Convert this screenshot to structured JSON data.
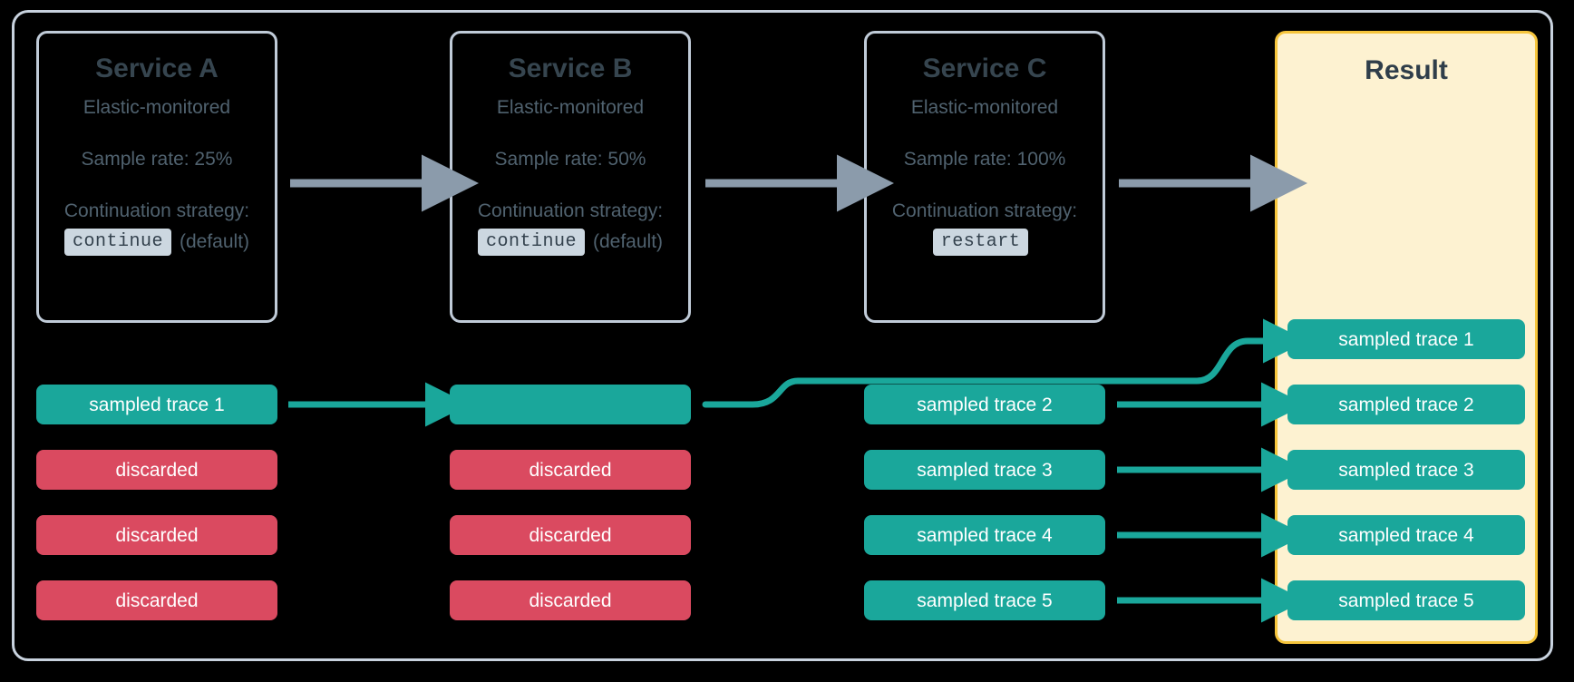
{
  "diagram": {
    "title": "Distributed tracing sampling flow",
    "colors": {
      "background": "#000000",
      "frame_border": "#c8d2de",
      "card_border": "#c0cbd8",
      "card_text": "#50626f",
      "card_title": "#36454f",
      "result_fill": "#fdf2d1",
      "result_border": "#f6c53c",
      "sampled": "#1aa79b",
      "discarded": "#da4a60",
      "gray_arrow": "#8b9bab",
      "code_badge_bg": "#ccd7e0"
    }
  },
  "services": [
    {
      "id": "service-a",
      "title": "Service A",
      "subtitle": "Elastic-monitored",
      "sample_rate": "Sample rate: 25%",
      "strategy_label": "Continuation strategy:",
      "strategy_value": "continue",
      "strategy_note": "(default)"
    },
    {
      "id": "service-b",
      "title": "Service B",
      "subtitle": "Elastic-monitored",
      "sample_rate": "Sample rate: 50%",
      "strategy_label": "Continuation strategy:",
      "strategy_value": "continue",
      "strategy_note": "(default)"
    },
    {
      "id": "service-c",
      "title": "Service C",
      "subtitle": "Elastic-monitored",
      "sample_rate": "Sample rate: 100%",
      "strategy_label": "Continuation strategy:",
      "strategy_value": "restart",
      "strategy_note": ""
    }
  ],
  "result": {
    "title": "Result"
  },
  "columns": {
    "service_a": [
      {
        "label": "sampled trace 1",
        "state": "sampled"
      },
      {
        "label": "discarded",
        "state": "discarded"
      },
      {
        "label": "discarded",
        "state": "discarded"
      },
      {
        "label": "discarded",
        "state": "discarded"
      }
    ],
    "service_b": [
      {
        "label": "",
        "state": "sampled"
      },
      {
        "label": "discarded",
        "state": "discarded"
      },
      {
        "label": "discarded",
        "state": "discarded"
      },
      {
        "label": "discarded",
        "state": "discarded"
      }
    ],
    "service_c": [
      {
        "label": "sampled trace 2",
        "state": "sampled"
      },
      {
        "label": "sampled trace 3",
        "state": "sampled"
      },
      {
        "label": "sampled trace 4",
        "state": "sampled"
      },
      {
        "label": "sampled trace 5",
        "state": "sampled"
      }
    ],
    "result": [
      {
        "label": "sampled trace 1",
        "state": "sampled"
      },
      {
        "label": "sampled trace 2",
        "state": "sampled"
      },
      {
        "label": "sampled trace 3",
        "state": "sampled"
      },
      {
        "label": "sampled trace 4",
        "state": "sampled"
      },
      {
        "label": "sampled trace 5",
        "state": "sampled"
      }
    ]
  },
  "connectors": [
    {
      "id": "gray-a-to-b",
      "kind": "gray-arrow"
    },
    {
      "id": "gray-b-to-c",
      "kind": "gray-arrow"
    },
    {
      "id": "gray-c-to-result",
      "kind": "gray-arrow"
    },
    {
      "id": "trace-a1-to-b1",
      "kind": "green-arrow"
    },
    {
      "id": "trace-b1-to-result1",
      "kind": "green-curved-arrow"
    },
    {
      "id": "trace-c2-to-result2",
      "kind": "green-arrow"
    },
    {
      "id": "trace-c3-to-result3",
      "kind": "green-arrow"
    },
    {
      "id": "trace-c4-to-result4",
      "kind": "green-arrow"
    },
    {
      "id": "trace-c5-to-result5",
      "kind": "green-arrow"
    }
  ]
}
